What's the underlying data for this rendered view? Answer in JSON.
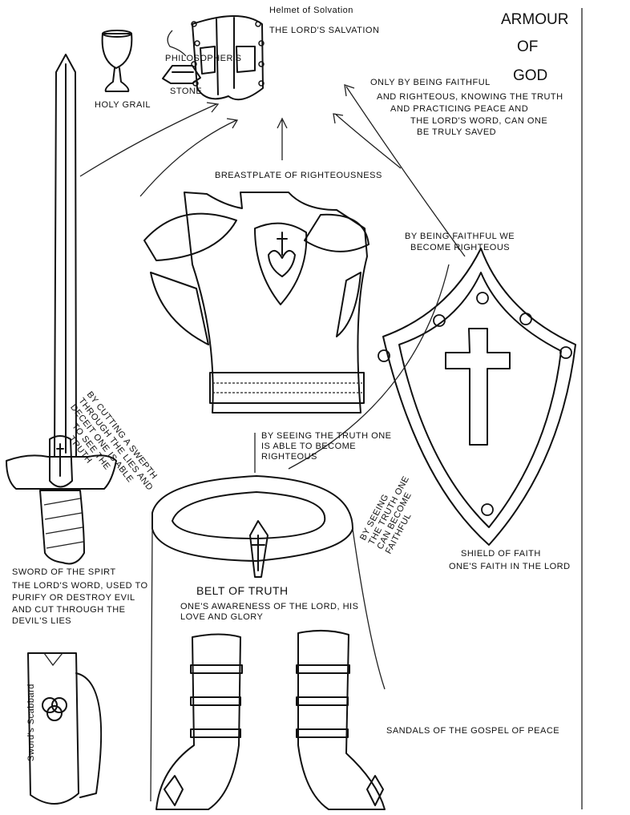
{
  "title": {
    "line1": "ARMOUR",
    "line2": "OF",
    "line3": "GOD"
  },
  "helmet": {
    "name": "Helmet of Solvation",
    "meaning": "THE LORD'S SALVATION"
  },
  "relics": {
    "grail": "HOLY GRAIL",
    "stone_line1": "PHILOSOPHER'S",
    "stone_line2": "STONE"
  },
  "salvation_note": [
    "ONLY BY BEING FAITHFUL",
    "AND RIGHTEOUS, KNOWING THE TRUTH",
    "AND PRACTICING PEACE AND",
    "THE LORD'S WORD, CAN ONE",
    "BE TRULY SAVED"
  ],
  "breastplate": {
    "name": "BREASTPLATE OF RIGHTEOUSNESS"
  },
  "faithful_note": [
    "BY BEING FAITHFUL WE",
    "BECOME RIGHTEOUS"
  ],
  "sword_note": [
    "BY CUTTING A SWEPTH",
    "THROUGH THE LIES AND",
    "DECEIT ONE IS ABLE",
    "TO SEE THE",
    "TRUTH"
  ],
  "truth_note": [
    "BY SEEING THE TRUTH ONE",
    "IS ABLE TO BECOME",
    "RIGHTEOUS"
  ],
  "faith_note": [
    "BY SEEING",
    "THE TRUTH ONE",
    "CAN BECOME",
    "FAITHFUL"
  ],
  "shield": {
    "name": "SHIELD OF FAITH",
    "meaning": "ONE'S FAITH IN THE LORD"
  },
  "sword": {
    "name": "SWORD OF THE SPIRT",
    "meaning": [
      "THE LORD'S WORD, USED TO",
      "PURIFY OR DESTROY EVIL",
      "AND CUT THROUGH THE",
      "DEVIL'S LIES"
    ]
  },
  "belt": {
    "name": "BELT OF TRUTH",
    "meaning": [
      "ONE'S AWARENESS OF THE LORD, HIS",
      "LOVE AND GLORY"
    ]
  },
  "sandals": {
    "name": "SANDALS OF THE GOSPEL OF PEACE"
  },
  "scabbard": {
    "name": "Sword's Scabbard"
  }
}
